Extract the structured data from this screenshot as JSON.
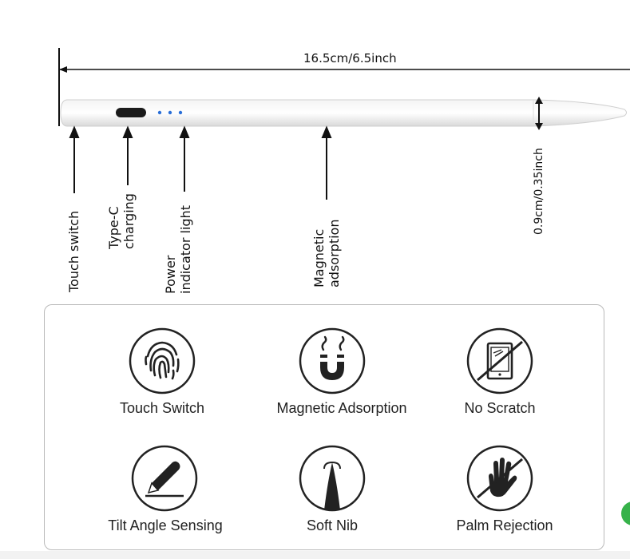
{
  "dimensions": {
    "length": "16.5cm/6.5inch",
    "diameter": "0.9cm/0.35inch"
  },
  "callouts": {
    "touch_switch": "Touch switch",
    "type_c_line1": "Type-C",
    "type_c_line2": "charging",
    "power_line1": "Power",
    "power_line2": "indicator light",
    "magnetic_line1": "Magnetic",
    "magnetic_line2": "adsorption"
  },
  "features": [
    {
      "label": "Touch Switch",
      "icon": "fingerprint-icon"
    },
    {
      "label": "Magnetic Adsorption",
      "icon": "magnet-icon"
    },
    {
      "label": "No Scratch",
      "icon": "no-scratch-tablet-icon"
    },
    {
      "label": "Tilt Angle Sensing",
      "icon": "tilt-pen-icon"
    },
    {
      "label": "Soft Nib",
      "icon": "soft-nib-icon"
    },
    {
      "label": "Palm Rejection",
      "icon": "palm-rejection-icon"
    }
  ],
  "colors": {
    "indicator": "#2a6fd8",
    "accent_dot": "#36b24a",
    "icon_stroke": "#222222"
  }
}
